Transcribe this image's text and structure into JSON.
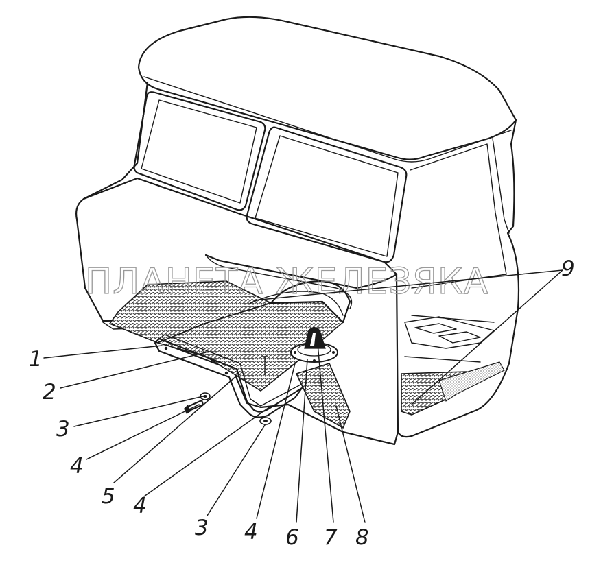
{
  "watermark": "ПЛАНЕТА ЖЕЛЕЗЯКА",
  "callouts": {
    "c1": "1",
    "c2": "2",
    "c3a": "3",
    "c4a": "4",
    "c5": "5",
    "c4b": "4",
    "c3b": "3",
    "c4c": "4",
    "c6": "6",
    "c7": "7",
    "c8": "8",
    "c9": "9"
  },
  "colors": {
    "ink": "#1a1a1a",
    "watermark": "#9a9a9a",
    "background": "#ffffff"
  }
}
